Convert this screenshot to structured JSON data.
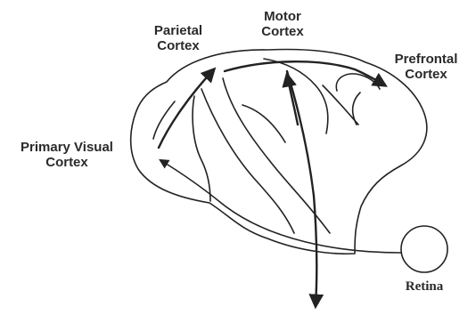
{
  "labels": {
    "parietal": [
      "Parietal",
      "Cortex"
    ],
    "motor": [
      "Motor",
      "Cortex"
    ],
    "prefrontal": [
      "Prefrontal",
      "Cortex"
    ],
    "primary_visual": [
      "Primary Visual",
      "Cortex"
    ],
    "retina": "Retina"
  },
  "colors": {
    "line": "#222222",
    "text": "#2a2a2a",
    "background": "#ffffff"
  }
}
